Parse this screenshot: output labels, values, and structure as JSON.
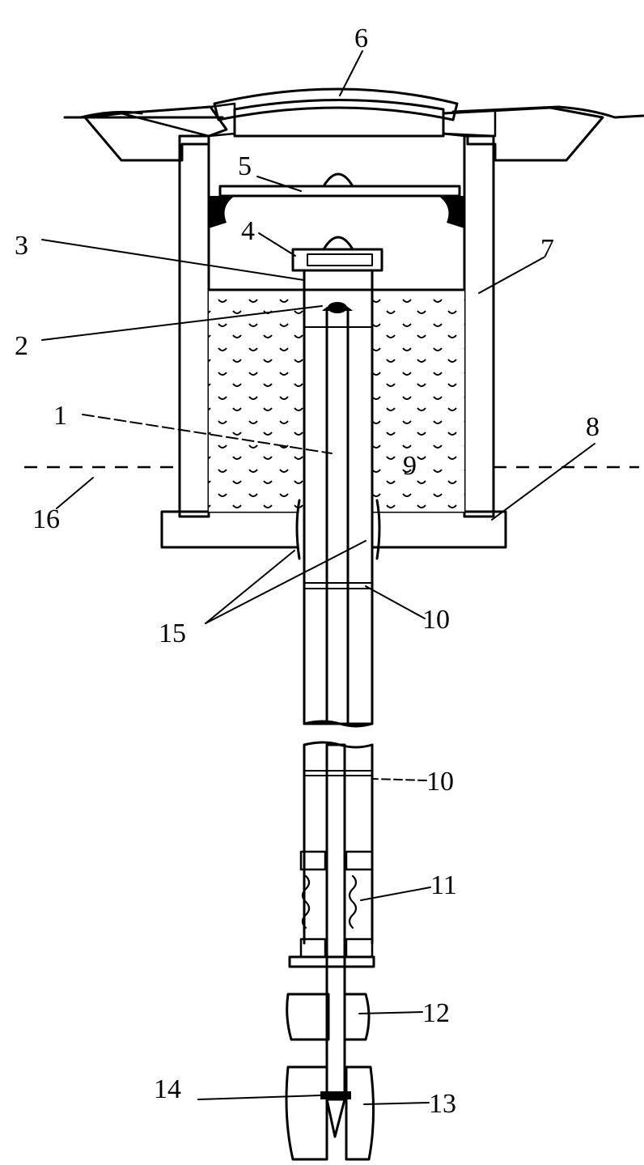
{
  "labels": {
    "l1": "1",
    "l2": "2",
    "l3": "3",
    "l4": "4",
    "l5": "5",
    "l6": "6",
    "l7": "7",
    "l8": "8",
    "l9": "9",
    "l10a": "10",
    "l10b": "10",
    "l11": "11",
    "l12": "12",
    "l13": "13",
    "l14": "14",
    "l15": "15",
    "l16": "16"
  },
  "colors": {
    "ink": "#000000",
    "paper": "#ffffff"
  }
}
